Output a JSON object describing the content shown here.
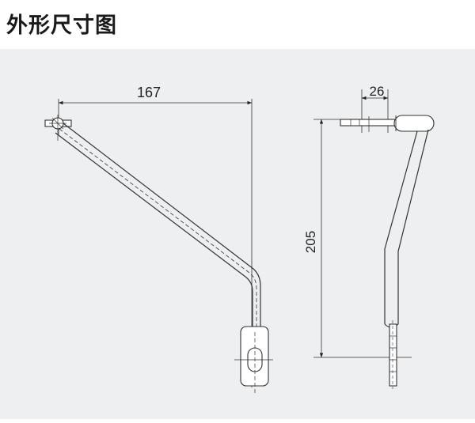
{
  "header": {
    "title": "外形尺寸图"
  },
  "front_view": {
    "width_dimension": "167"
  },
  "side_view": {
    "offset_dimension": "26",
    "height_dimension": "205"
  }
}
